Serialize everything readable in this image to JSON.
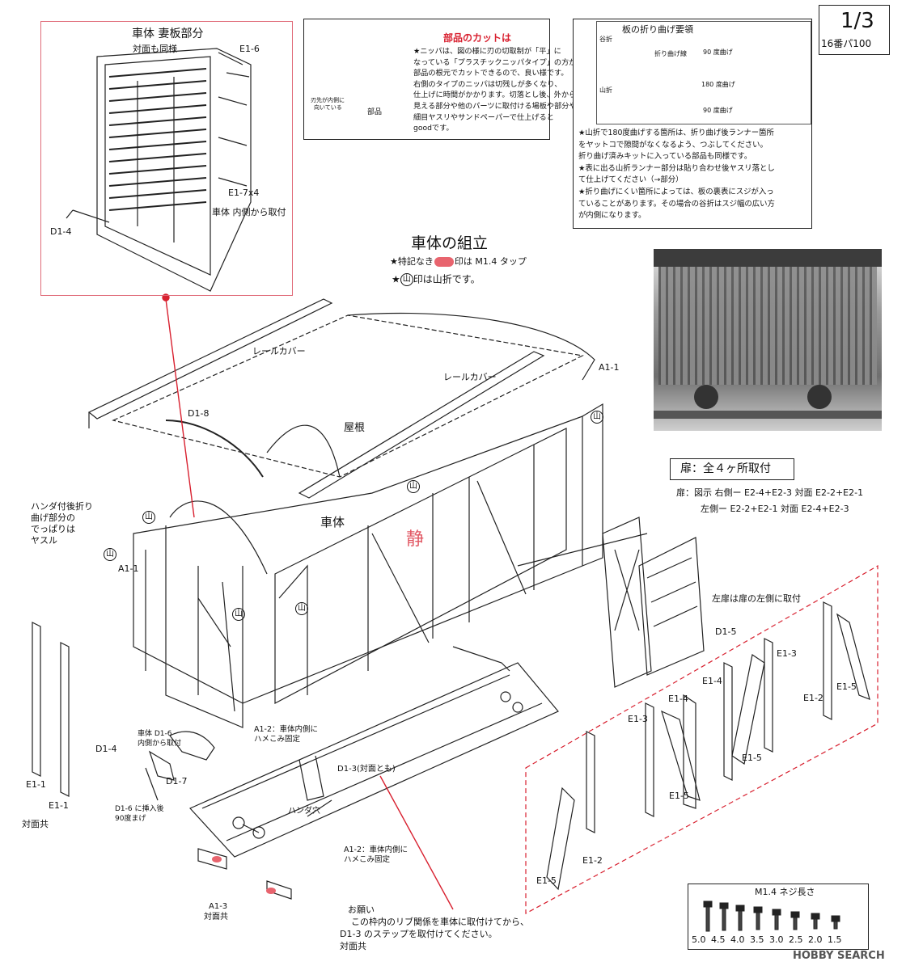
{
  "page_label": {
    "number": "1/3",
    "subtitle": "16番パ100"
  },
  "end_panel": {
    "title": "車体 妻板部分",
    "subtitle": "対面も同様",
    "parts": [
      "E1-6",
      "E1-7x4",
      "車体 内側から取付",
      "D1-4"
    ]
  },
  "cutting": {
    "title": "部品のカットは",
    "lines": [
      "★ニッパは、図の様に刃の切取制が「平」に",
      "なっている「プラスチックニッパタイプ」の方が",
      "部品の根元でカットできるので、良い様です。",
      "右側のタイプのニッパは切残しが多くなり、",
      "仕上げに時間がかかります。切落とし後、外から",
      "見える部分や他のパーツに取付ける場板や部分や",
      "細目ヤスリやサンドペーパーで仕上げると",
      "goodです。"
    ],
    "figure_labels": [
      "刃先が内側に",
      "向いている",
      "部品"
    ]
  },
  "bending": {
    "title": "板の折り曲げ要領",
    "labels": [
      "谷折",
      "折り曲げ線",
      "90 度曲げ",
      "山折",
      "180 度曲げ",
      "90 度曲げ"
    ],
    "notes": [
      "★山折で180度曲げする箇所は、折り曲げ後ランナー箇所",
      "をヤットコで隙間がなくなるよう、つぶしてください。",
      "折り曲げ済みキットに入っている部品も同様です。",
      "★表に出る山折ランナー部分は貼り合わせ後ヤスリ落とし",
      "て仕上げてください（→部分）",
      "★折り曲げにくい箇所によっては、板の裏表にスジが入っ",
      "ていることがあります。その場合の谷折はスジ幅の広い方",
      "が内側になります。"
    ]
  },
  "assembly": {
    "title": "車体の組立",
    "line1_prefix": "★特記なき",
    "line1_suffix": "印は M1.4 タップ",
    "line2_prefix": "★",
    "line2_mark": "山",
    "line2_suffix": "印は山折です。",
    "accent_color": "#e8646e"
  },
  "door_box": {
    "title": "扉：全４ヶ所取付",
    "line1": "扉：図示 右側ー E2-4+E2-3 対面 E2-2+E2-1",
    "line2": "左側ー E2-2+E2-1 対面 E2-4+E2-3",
    "left_note": "左扉は扉の左側に取付"
  },
  "labels": {
    "rail_cover_1": "レールカバー",
    "rail_cover_2": "レールカバー",
    "roof": "屋根",
    "body": "車体",
    "a1_1_top": "A1-1",
    "a1_1_left": "A1-1",
    "d1_8": "D1-8",
    "solder_note": [
      "ハンダ付後折り",
      "曲げ部分の",
      "でっぱりは",
      "ヤスル"
    ],
    "a1_2_top": [
      "A1-2：車体内側に",
      "ハメこみ固定"
    ],
    "a1_2_bottom": [
      "A1-2：車体内側に",
      "ハメこみ固定"
    ],
    "d1_3": "D1-3(対面とも)",
    "solder_hole": "ハンダ穴",
    "d1_6": [
      "車体 D1-6",
      "内側から取付"
    ],
    "d1_4": "D1-4",
    "d1_7": "D1-7",
    "d1_6_note": [
      "D1-6 に挿入後",
      "90度まげ"
    ],
    "e1_1_a": "E1-1",
    "e1_1_b": "E1-1",
    "e1_1_note": "対面共",
    "a1_3": [
      "A1-3",
      "対面共"
    ],
    "d1_5": "D1-5",
    "e1_3_a": "E1-3",
    "e1_3_b": "E1-3",
    "e1_4_a": "E1-4",
    "e1_4_b": "E1-4",
    "e1_5_a": "E1-5",
    "e1_5_b": "E1-5",
    "e1_5_c": "E1-5",
    "e1_5_d": "E1-5",
    "e1_2_a": "E1-2",
    "e1_2_b": "E1-2",
    "shizu": "静"
  },
  "request": {
    "title": "お願い",
    "lines": [
      "この枠内のリブ関係を車体に取付けてから、",
      "D1-3 のステップを取付けてください。",
      "対面共"
    ]
  },
  "screws": {
    "title": "M1.4 ネジ長さ",
    "sizes": [
      "5.0",
      "4.5",
      "4.0",
      "3.5",
      "3.0",
      "2.5",
      "2.0",
      "1.5"
    ]
  },
  "watermark": "HOBBY SEARCH"
}
